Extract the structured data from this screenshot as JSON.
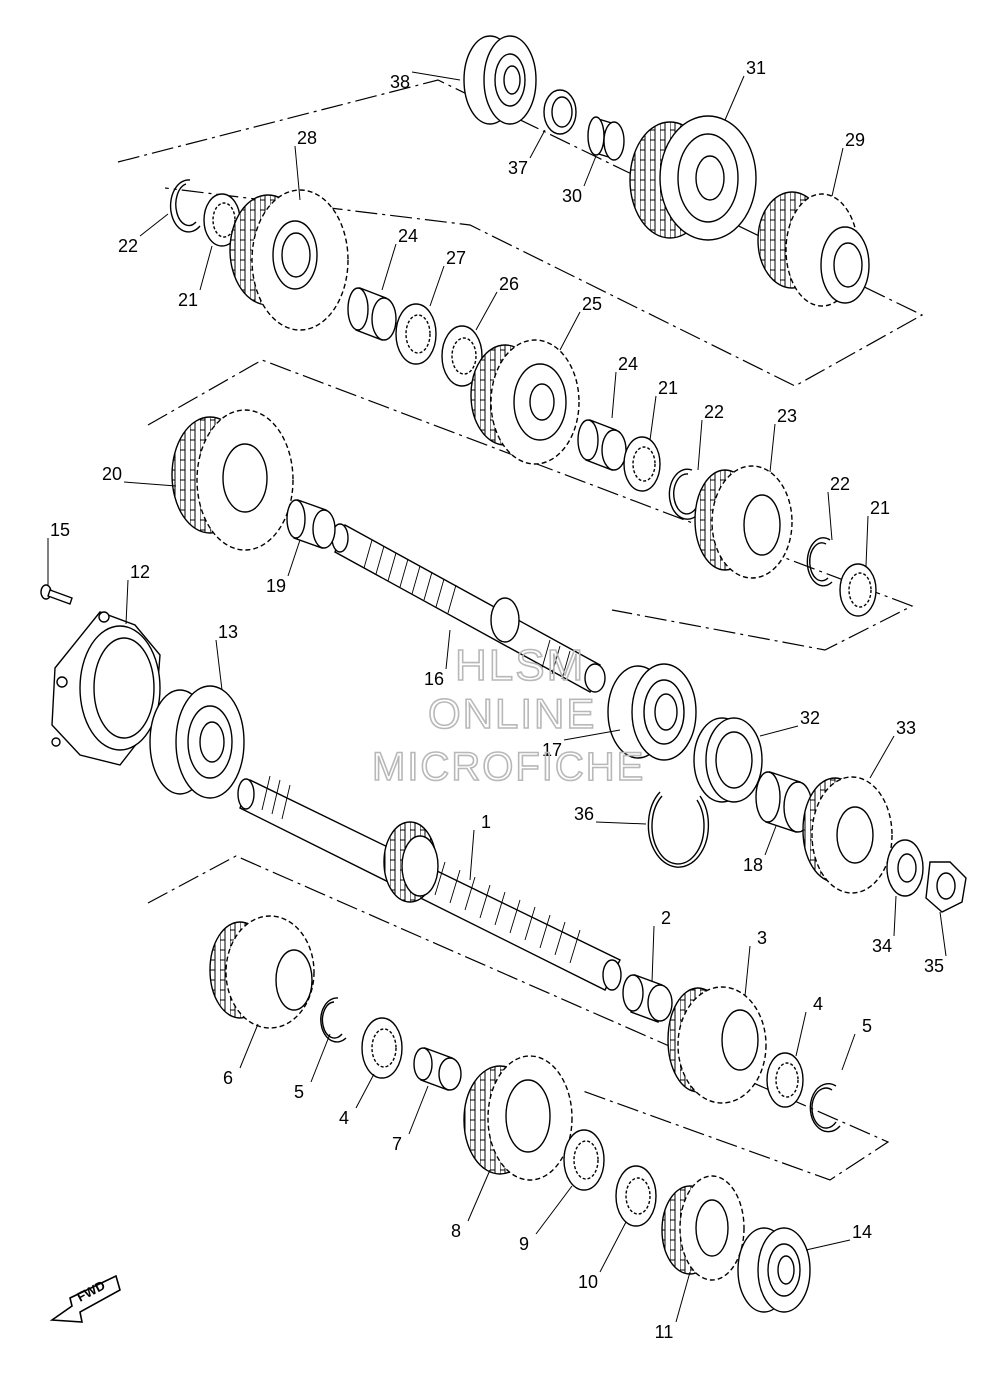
{
  "watermark": {
    "line1": "HLSM",
    "line2": "ONLINE",
    "line3": "MICROFICHE"
  },
  "fwd_label": "FWD",
  "callouts": [
    "1",
    "2",
    "3",
    "4",
    "4",
    "5",
    "5",
    "6",
    "7",
    "8",
    "9",
    "10",
    "11",
    "12",
    "13",
    "14",
    "15",
    "16",
    "17",
    "18",
    "19",
    "20",
    "21",
    "21",
    "21",
    "22",
    "22",
    "22",
    "23",
    "24",
    "24",
    "25",
    "26",
    "27",
    "28",
    "29",
    "30",
    "31",
    "32",
    "33",
    "34",
    "35",
    "36",
    "37",
    "38"
  ]
}
